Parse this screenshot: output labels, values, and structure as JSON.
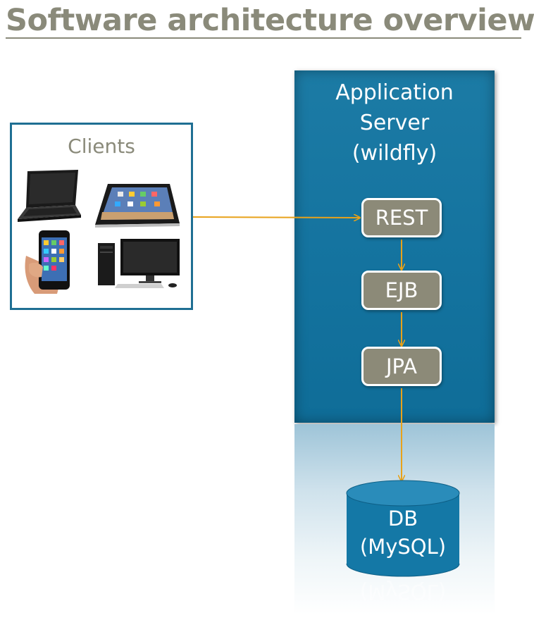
{
  "title": "Software architecture overview",
  "clients": {
    "label": "Clients",
    "devices": [
      "laptop-icon",
      "tablet-icon",
      "smartphone-icon",
      "desktop-computer-icon"
    ]
  },
  "app_server": {
    "label_line1": "Application",
    "label_line2": "Server",
    "label_line3": "(wildfly)"
  },
  "components": [
    {
      "label": "REST"
    },
    {
      "label": "EJB"
    },
    {
      "label": "JPA"
    }
  ],
  "database": {
    "label_line1": "DB",
    "label_line2": "(MySQL)"
  },
  "colors": {
    "title": "#8a8a7a",
    "app_server": "#14739f",
    "component": "#8c8a78",
    "arrow": "#e8a21a",
    "database": "#1478a6"
  }
}
